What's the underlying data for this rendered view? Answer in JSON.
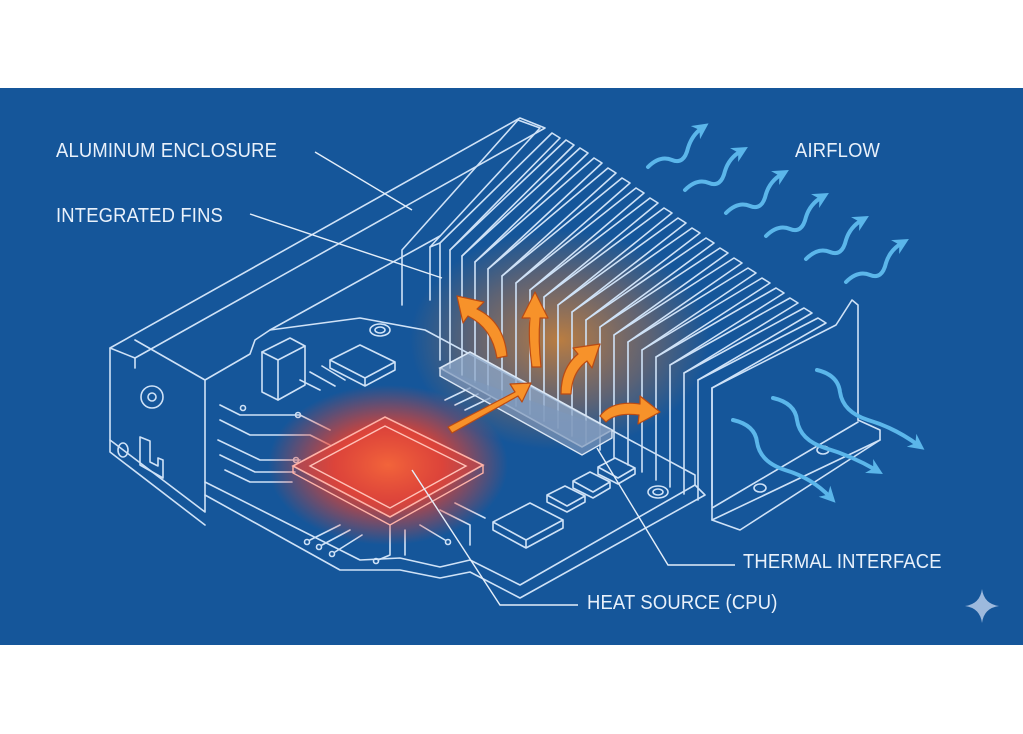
{
  "diagram": {
    "title": "Aluminum enclosure passive cooling diagram",
    "background_color": "#15569a",
    "line_color": "#cfe2f7",
    "heat_color": "#f08a24",
    "cpu_glow_color": "#f0402a",
    "airflow_color": "#5bb6ea",
    "labels": {
      "enclosure": "ALUMINUM ENCLOSURE",
      "fins": "INTEGRATED FINS",
      "airflow": "AIRFLOW",
      "thermal_interface": "THERMAL INTERFACE",
      "heat_source": "HEAT SOURCE (CPU)"
    },
    "components": [
      {
        "id": "enclosure",
        "name": "Aluminum enclosure"
      },
      {
        "id": "fins",
        "name": "Integrated fins"
      },
      {
        "id": "pcb",
        "name": "Circuit board"
      },
      {
        "id": "cpu",
        "name": "Heat source (CPU)"
      },
      {
        "id": "thermal_pad",
        "name": "Thermal interface"
      },
      {
        "id": "heat_arrows",
        "name": "Heat flow arrows",
        "count": 5
      },
      {
        "id": "airflow_top",
        "name": "Airflow arrows (top)",
        "count": 6
      },
      {
        "id": "airflow_side",
        "name": "Airflow arrows (side)",
        "count": 3
      }
    ],
    "watermark_icon": "sparkle-icon"
  }
}
